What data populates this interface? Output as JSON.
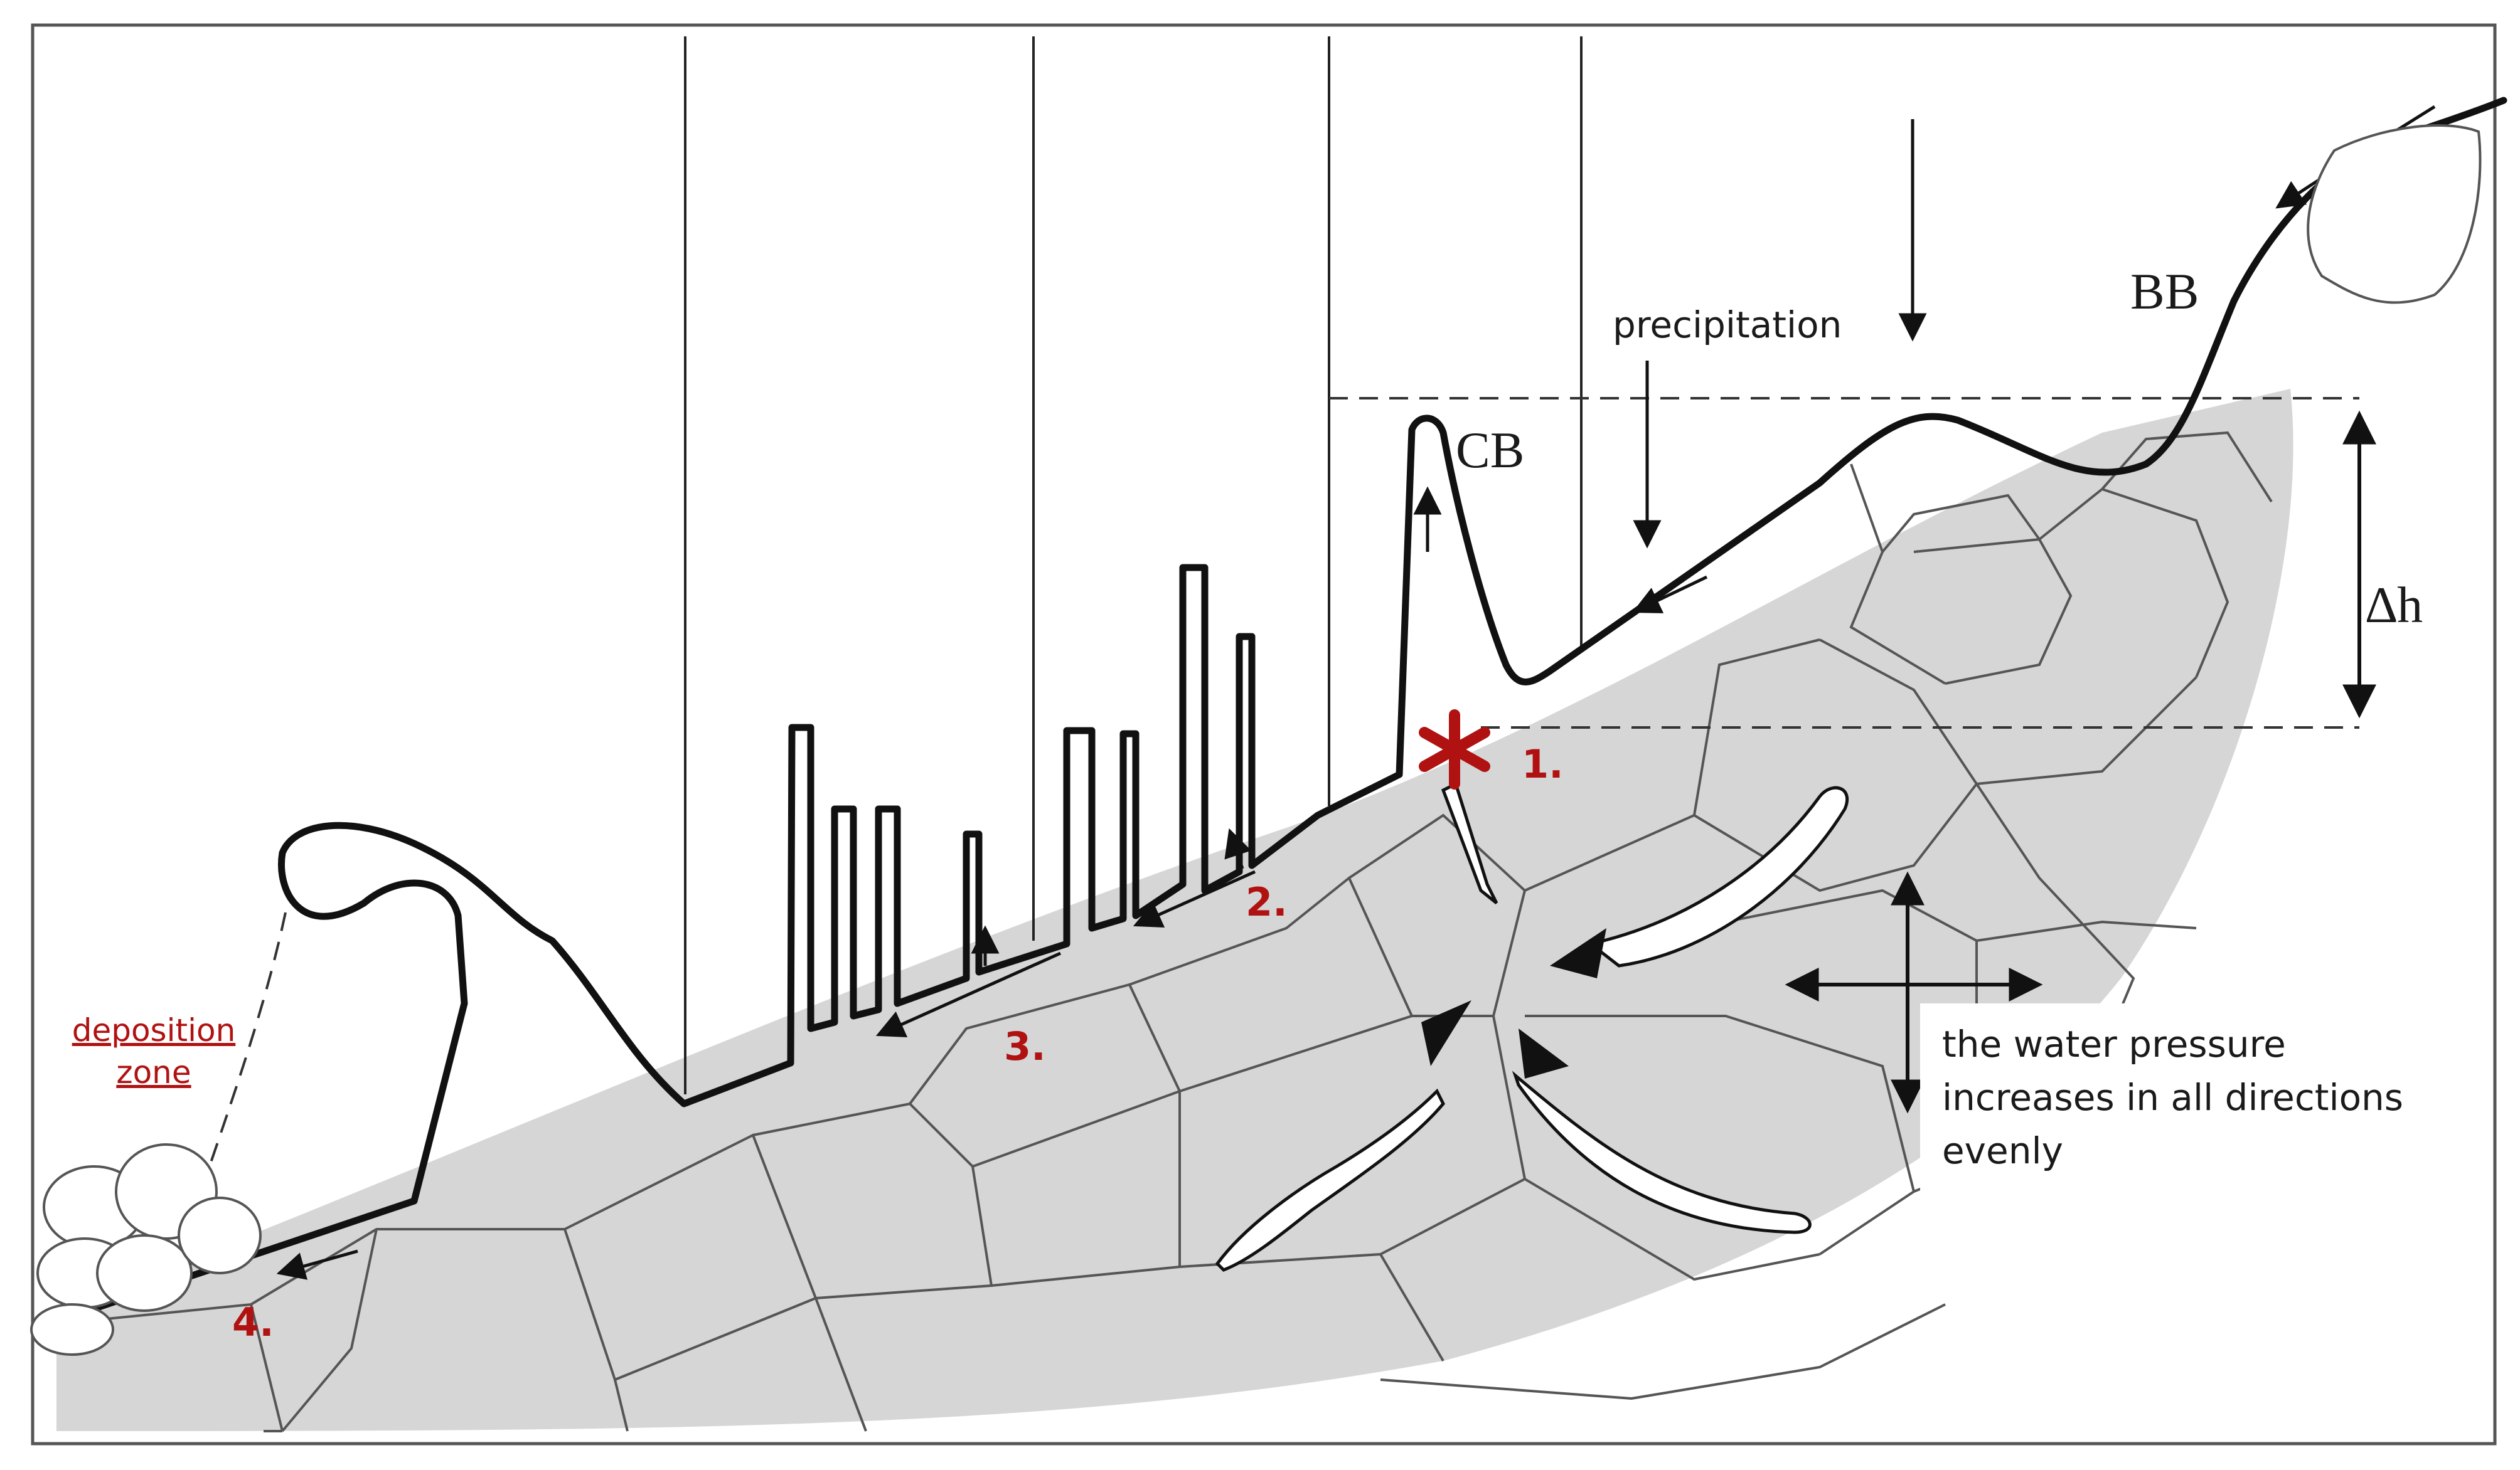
{
  "labels": {
    "bb": "BB",
    "cb": "CB",
    "precipitation": "precipitation",
    "delta_h": "∆h",
    "step1": "1.",
    "step2": "2.",
    "step3": "3.",
    "step4": "4.",
    "deposition_line1": "deposition",
    "deposition_line2": "zone",
    "pressure_line1": "the water pressure",
    "pressure_line2": "increases in all directions",
    "pressure_line3": "evenly"
  },
  "colors": {
    "accent_red": "#b01212",
    "ground_gray": "#d6d6d6",
    "line_black": "#111111"
  }
}
